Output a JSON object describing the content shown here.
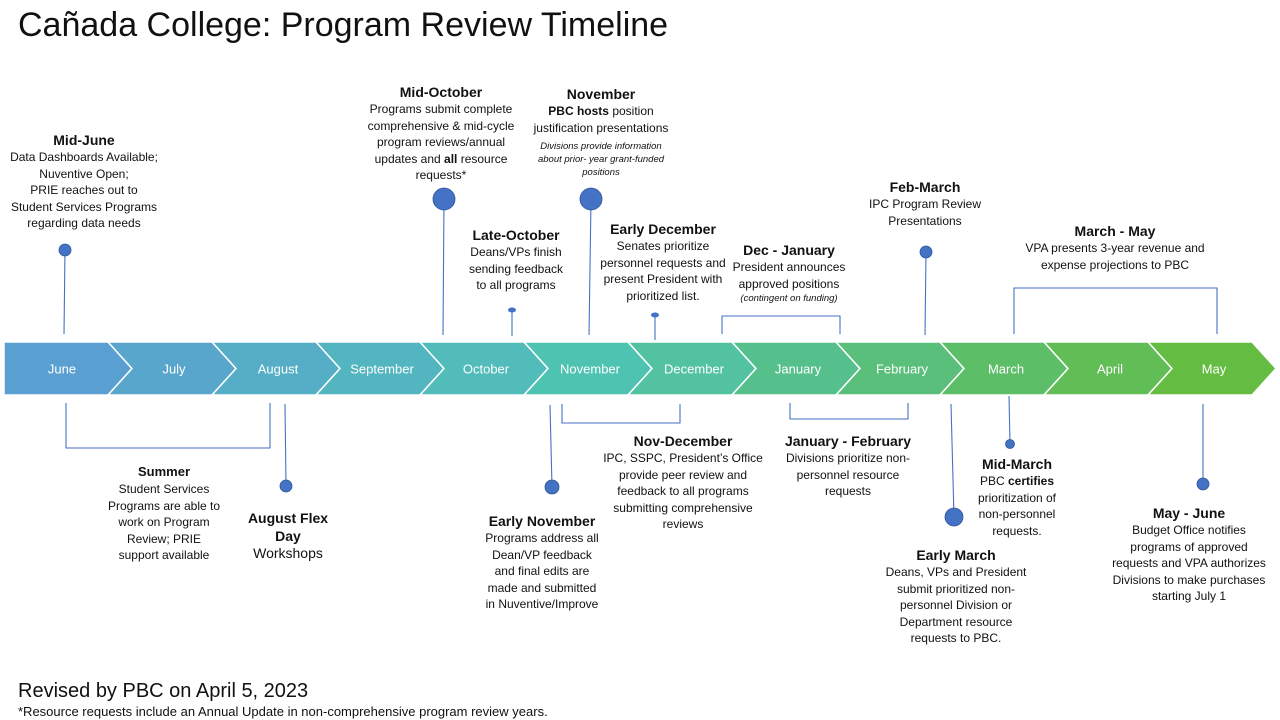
{
  "title": "Cañada College: Program Review Timeline",
  "months": [
    "June",
    "July",
    "August",
    "September",
    "October",
    "November",
    "December",
    "January",
    "February",
    "March",
    "April",
    "May"
  ],
  "colors": {
    "start": "#5B9BD5",
    "mid": "#4FC3B4",
    "end": "#66BB3A",
    "marker": "#4472C4",
    "line": "#4472C4"
  },
  "events": {
    "mid_june": {
      "heading": "Mid-June",
      "lines": [
        "Data Dashboards Available;",
        "Nuventive Open;",
        "PRIE reaches out to",
        "Student Services Programs",
        "regarding data needs"
      ]
    },
    "mid_october": {
      "heading": "Mid-October",
      "lines": [
        "Programs submit complete",
        "comprehensive & mid-cycle",
        "program reviews/annual"
      ],
      "line4_a": "updates and ",
      "line4_b": "all",
      "line4_c": " resource",
      "line5": "requests*"
    },
    "late_october": {
      "heading": "Late-October",
      "lines": [
        "Deans/VPs finish",
        "sending feedback",
        "to all programs"
      ]
    },
    "november": {
      "heading": "November",
      "line1_a": "PBC hosts",
      "line1_b": " position",
      "line2": "justification presentations",
      "notes": [
        "Divisions provide information",
        "about prior- year grant-funded",
        "positions"
      ]
    },
    "early_december": {
      "heading": "Early December",
      "lines": [
        "Senates prioritize",
        "personnel requests and",
        "present President with",
        "prioritized list."
      ]
    },
    "dec_january": {
      "heading": "Dec - January",
      "lines": [
        "President announces",
        "approved positions"
      ],
      "note": "(contingent on funding)"
    },
    "feb_march": {
      "heading": "Feb-March",
      "lines": [
        "IPC Program Review",
        "Presentations"
      ]
    },
    "march_may": {
      "heading": "March - May",
      "lines": [
        "VPA presents 3-year revenue and",
        "expense projections to PBC"
      ]
    },
    "summer": {
      "heading": "Summer",
      "lines": [
        "Student Services",
        "Programs are able to",
        "work on Program",
        "Review;  PRIE",
        "support available"
      ]
    },
    "august_flex": {
      "heading_lines": [
        "August Flex",
        "Day"
      ],
      "sub": "Workshops"
    },
    "early_november": {
      "heading": "Early November",
      "lines": [
        "Programs address all",
        "Dean/VP feedback",
        "and final edits are",
        "made and submitted",
        "in Nuventive/Improve"
      ]
    },
    "nov_december": {
      "heading": "Nov-December",
      "lines": [
        "IPC, SSPC, President’s Office",
        "provide peer review and",
        "feedback to all programs",
        "submitting comprehensive",
        "reviews"
      ]
    },
    "jan_february": {
      "heading": "January - February",
      "lines": [
        "Divisions prioritize non-",
        "personnel resource",
        "requests"
      ]
    },
    "mid_march": {
      "heading": "Mid-March",
      "line1_a": "PBC ",
      "line1_b": "certifies",
      "lines": [
        "prioritization of",
        "non-personnel",
        "requests."
      ]
    },
    "early_march": {
      "heading": "Early March",
      "lines": [
        "Deans, VPs and President",
        "submit prioritized non-",
        "personnel Division or",
        "Department resource",
        "requests to PBC."
      ]
    },
    "may_june": {
      "heading": "May - June",
      "lines": [
        "Budget Office notifies",
        "programs of approved",
        "requests and VPA authorizes",
        "Divisions to make purchases",
        "starting July 1"
      ]
    }
  },
  "footer": {
    "revised": "Revised by PBC on April 5, 2023",
    "note": "*Resource requests include an Annual Update in non-comprehensive program review years."
  }
}
